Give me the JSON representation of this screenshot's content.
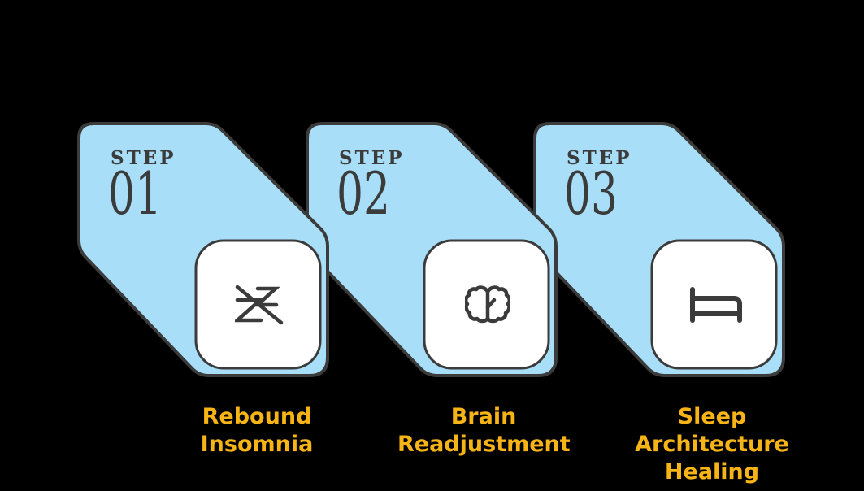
{
  "title": "Three step sleep recovery infographic",
  "colors": {
    "background": "#000000",
    "shape_fill": "#A8DEF7",
    "outline": "#3B3B3B",
    "box_fill": "#FFFFFF",
    "caption": "#F6B417"
  },
  "steps": [
    {
      "step_label": "STEP",
      "number": "01",
      "icon": "no-sleep-icon",
      "caption": "Rebound Insomnia"
    },
    {
      "step_label": "STEP",
      "number": "02",
      "icon": "brain-icon",
      "caption": "Brain Readjustment"
    },
    {
      "step_label": "STEP",
      "number": "03",
      "icon": "bed-icon",
      "caption": "Sleep Architecture Healing"
    }
  ]
}
